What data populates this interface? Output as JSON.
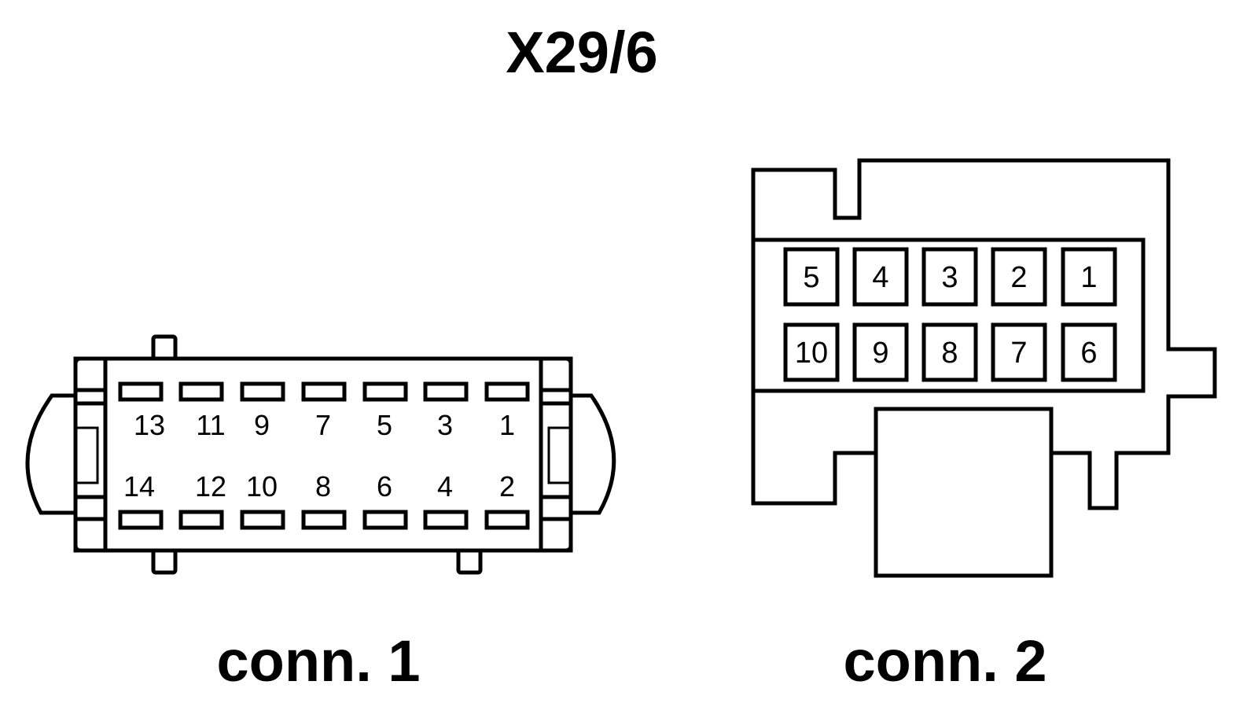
{
  "title": "X29/6",
  "connectors": [
    {
      "caption": "conn. 1",
      "pins_top": [
        "13",
        "11",
        "9",
        "7",
        "5",
        "3",
        "1"
      ],
      "pins_bottom": [
        "14",
        "12",
        "10",
        "8",
        "6",
        "4",
        "2"
      ]
    },
    {
      "caption": "conn. 2",
      "pins_top": [
        "5",
        "4",
        "3",
        "2",
        "1"
      ],
      "pins_bottom": [
        "10",
        "9",
        "8",
        "7",
        "6"
      ]
    }
  ],
  "colors": {
    "ink": "#000000",
    "paper": "#ffffff"
  }
}
